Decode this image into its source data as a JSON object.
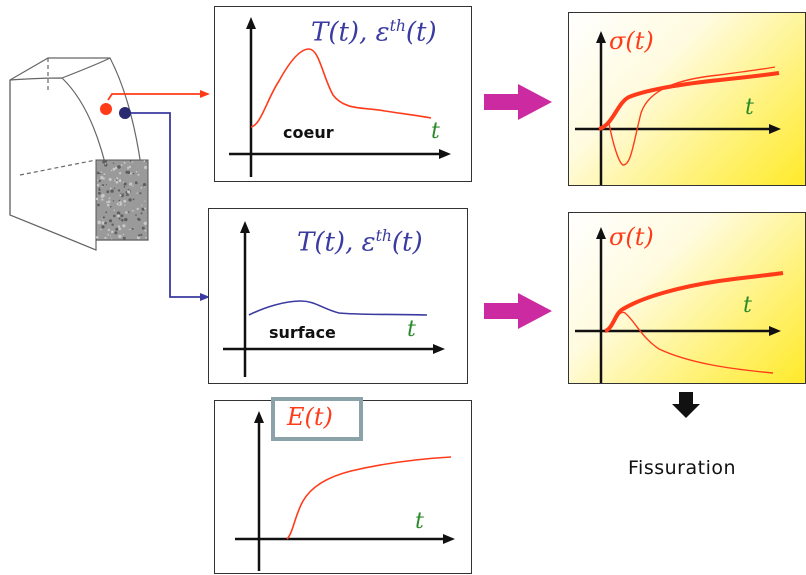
{
  "labels": {
    "T_eps": "T(t),  ε",
    "th_sup": "th",
    "T_eps_tail": "(t)",
    "sigma": "σ(t)",
    "E": "E(t)",
    "t": "t",
    "coeur": "coeur",
    "surface": "surface",
    "fissuration": "Fissuration"
  },
  "colors": {
    "core": "#ff3b1a",
    "surface": "#3a3aa0",
    "arrow": "#cc2aa0",
    "t_label": "#2a8a2a",
    "highlight_box": "#8aa2a8"
  },
  "icons": {
    "transition_arrow": "magenta-right-arrow-icon",
    "down_arrow": "down-arrow-icon"
  }
}
